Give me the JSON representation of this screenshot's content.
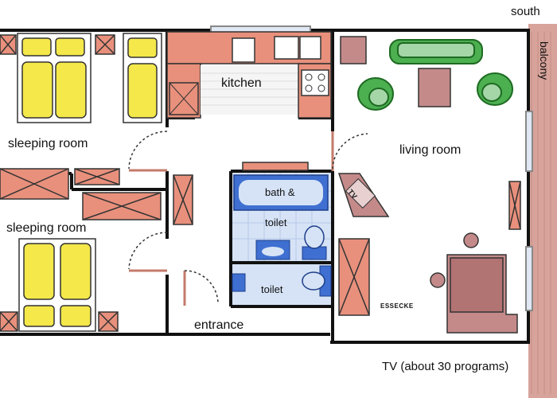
{
  "rooms": {
    "sleeping_room_1": "sleeping room",
    "sleeping_room_2": "sleeping room",
    "kitchen": "kitchen",
    "living_room": "living room",
    "bath": "bath &",
    "bath_toilet": "toilet",
    "toilet": "toilet",
    "entrance": "entrance"
  },
  "labels": {
    "south": "south",
    "balcony": "balcony",
    "tv_set": "TV",
    "essecke": "ESSECKE",
    "tv_note": "TV (about 30 programs)"
  },
  "colors": {
    "wall": "#111111",
    "furniture": "#e8907c",
    "bed": "#f4e84a",
    "sofa": "#4caf50",
    "table": "#c48a8a",
    "bath_blue": "#3e6fd1",
    "balcony": "#d7a39a"
  }
}
